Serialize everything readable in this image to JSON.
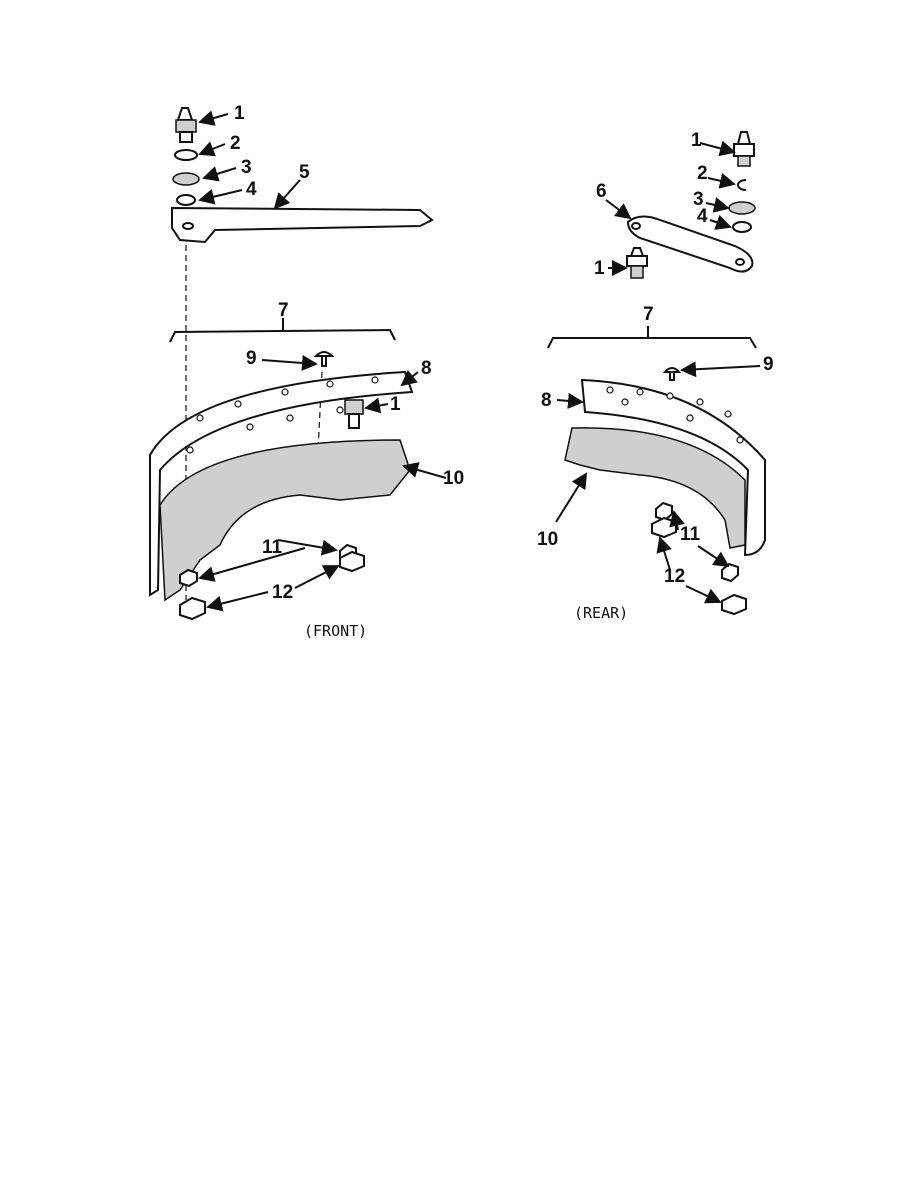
{
  "front": {
    "callouts": {
      "c1a": "1",
      "c2": "2",
      "c3": "3",
      "c4": "4",
      "c5": "5",
      "c7": "7",
      "c9": "9",
      "c8": "8",
      "c1b": "1",
      "c10": "10",
      "c11": "11",
      "c12": "12"
    },
    "caption": "(FRONT)"
  },
  "rear": {
    "callouts": {
      "c1a": "1",
      "c2": "2",
      "c3": "3",
      "c4": "4",
      "c6": "6",
      "c1b": "1",
      "c7": "7",
      "c9": "9",
      "c8": "8",
      "c10": "10",
      "c11": "11",
      "c12": "12"
    },
    "caption": "(REAR)"
  }
}
